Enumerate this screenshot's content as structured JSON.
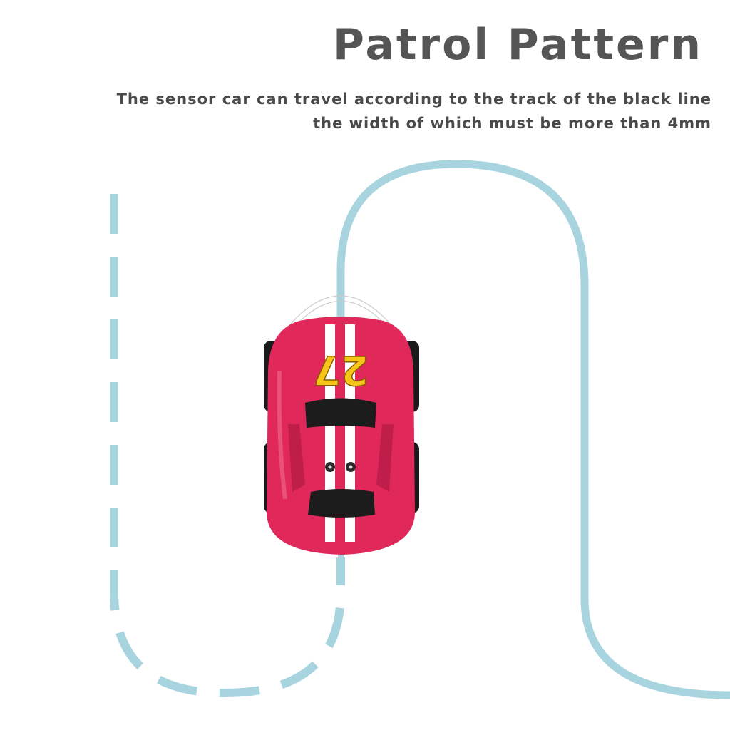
{
  "header": {
    "title": "Patrol Pattern",
    "description_lines": [
      "The sensor car can travel according to the track of the black line",
      "the width of which must be more than 4mm"
    ]
  },
  "illustration": {
    "car": {
      "number": "27",
      "body_color": "#e0285a",
      "stripe_color": "#ffffff",
      "number_color": "#f5c518"
    },
    "track_color": "#a8d4e0",
    "sensor_icon": "sensor-arc-icon"
  }
}
